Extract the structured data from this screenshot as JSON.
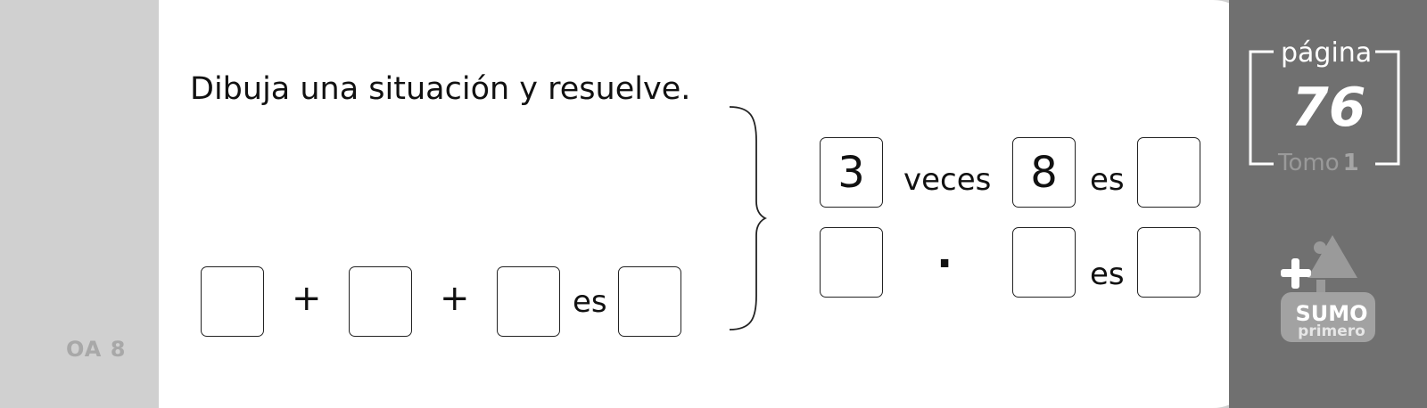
{
  "sidebar": {
    "oa_label": "OA 8"
  },
  "exercise": {
    "instruction": "Dibuja una situación y resuelve.",
    "addition_row": {
      "plus1": "+",
      "plus2": "+",
      "es": "es"
    },
    "multiplication_row": {
      "box1_value": "3",
      "veces": "veces",
      "box2_value": "8",
      "es": "es"
    },
    "product_row": {
      "dot": "·",
      "es": "es"
    }
  },
  "page_info": {
    "pagina_label": "página",
    "page_number": "76",
    "tomo_label": "Tomo",
    "tomo_number": "1"
  },
  "logo": {
    "line1": "SUMO",
    "line2": "primero"
  }
}
